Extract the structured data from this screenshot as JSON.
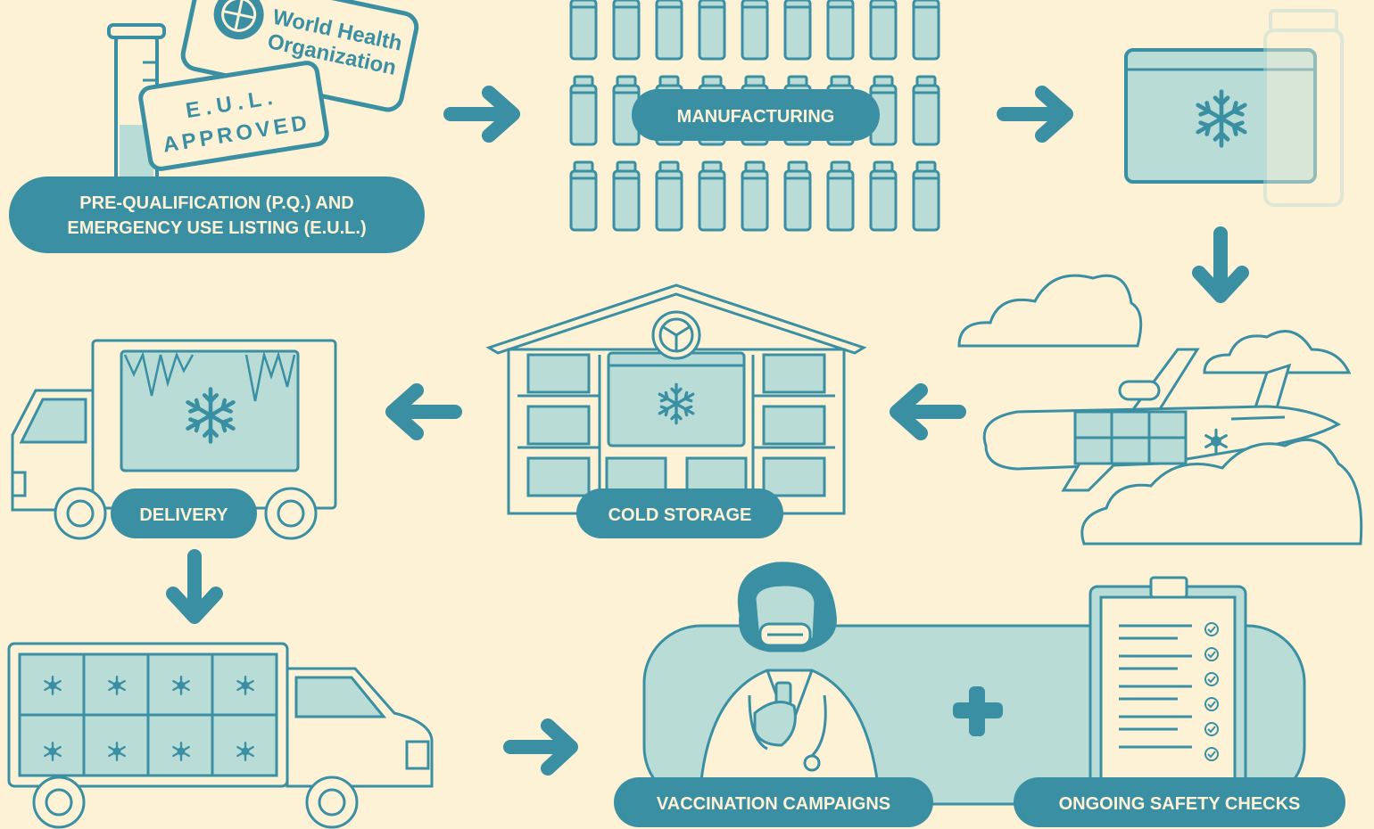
{
  "colors": {
    "background": "#fdf1d6",
    "teal": "#3a8fa3",
    "light_teal": "#b9ddd6",
    "cream": "#fdf1d6"
  },
  "stamps": {
    "who_line1": "World Health",
    "who_line2": "Organization",
    "eul_line1": "E.U.L.",
    "eul_line2": "APPROVED"
  },
  "steps": {
    "prequal_line1": "PRE-QUALIFICATION (P.Q.) AND",
    "prequal_line2": "EMERGENCY USE LISTING (E.U.L.)",
    "manufacturing": "MANUFACTURING",
    "cold_storage": "COLD STORAGE",
    "delivery": "DELIVERY",
    "vaccination": "VACCINATION CAMPAIGNS",
    "safety": "ONGOING SAFETY CHECKS"
  },
  "icons": {
    "arrows": "arrow-icon",
    "snowflake": "snowflake-icon",
    "plus": "medical-cross-icon"
  }
}
